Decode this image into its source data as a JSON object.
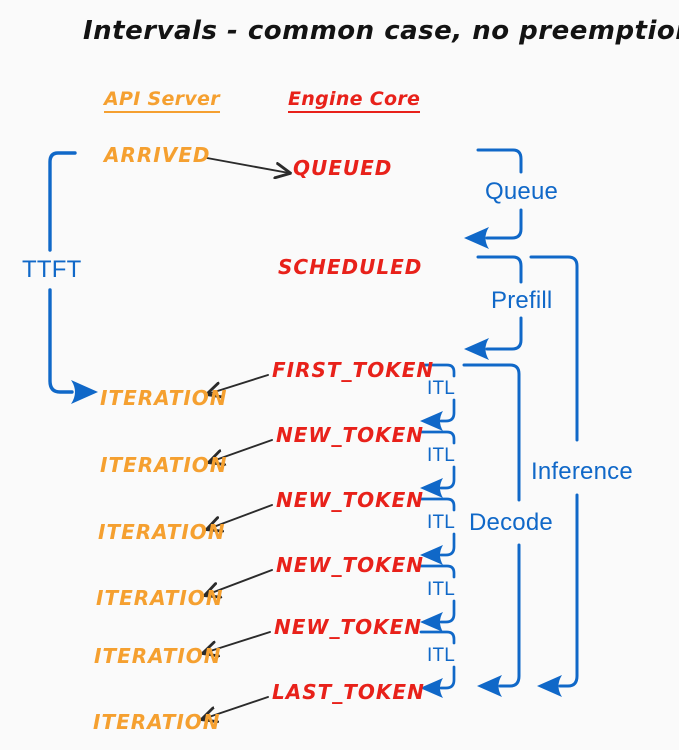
{
  "page": {
    "title": "Intervals - common case, no preemptions",
    "background": "#fafafa"
  },
  "colors": {
    "orange": "#f5a030",
    "red": "#e8211a",
    "blue": "#1068c8",
    "black": "#131313"
  },
  "columns": {
    "api_server": "API Server",
    "engine_core": "Engine Core"
  },
  "states": {
    "arrived": "ARRIVED",
    "queued": "QUEUED",
    "scheduled": "SCHEDULED",
    "first_token": "FIRST_TOKEN",
    "last_token": "LAST_TOKEN",
    "new_token": "NEW_TOKEN",
    "iteration": "ITERATION"
  },
  "iterations": [
    {
      "api": "ITERATION",
      "engine": "FIRST_TOKEN"
    },
    {
      "api": "ITERATION",
      "engine": "NEW_TOKEN"
    },
    {
      "api": "ITERATION",
      "engine": "NEW_TOKEN"
    },
    {
      "api": "ITERATION",
      "engine": "NEW_TOKEN"
    },
    {
      "api": "ITERATION",
      "engine": "NEW_TOKEN"
    },
    {
      "api": "ITERATION",
      "engine": "LAST_TOKEN"
    }
  ],
  "intervals": {
    "ttft": "TTFT",
    "queue": "Queue",
    "prefill": "Prefill",
    "decode": "Decode",
    "inference": "Inference",
    "itl": "ITL",
    "itl_labels": [
      "ITL",
      "ITL",
      "ITL",
      "ITL",
      "ITL"
    ]
  }
}
